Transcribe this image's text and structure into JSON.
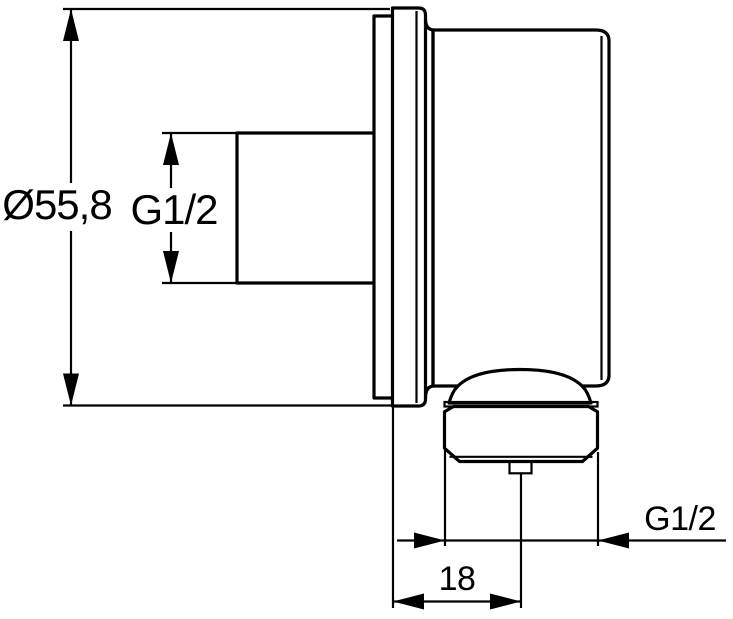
{
  "drawing": {
    "background_color": "#ffffff",
    "line_color": "#000000",
    "labels": {
      "diameter": "Ø55,8",
      "inlet_thread": "G1/2",
      "outlet_thread": "G1/2",
      "wall_offset": "18"
    }
  }
}
